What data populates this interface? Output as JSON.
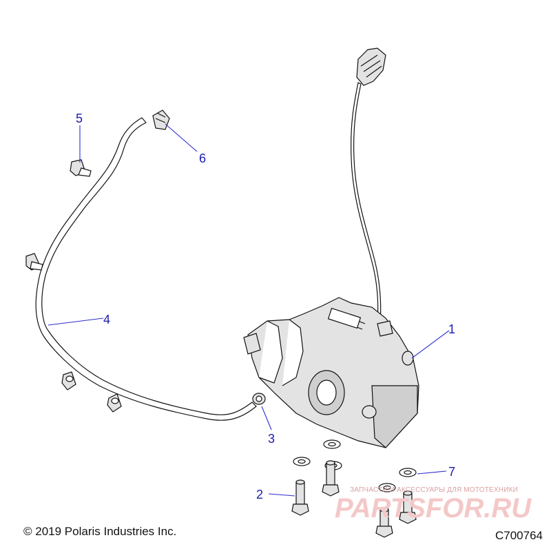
{
  "diagram": {
    "copyright": "© 2019 Polaris Industries Inc.",
    "drawing_id": "C700764",
    "callouts": [
      "1",
      "2",
      "3",
      "4",
      "5",
      "6",
      "7"
    ],
    "watermark": {
      "tagline": "ЗАПЧАСТИ И АКСЕССУАРЫ ДЛЯ МОТОТЕХНИКИ",
      "logo_text": "PARTSFOR.RU"
    },
    "colors": {
      "callout": "#1a1ab0",
      "line": "#111111",
      "watermark": "#e8a8a8"
    }
  }
}
